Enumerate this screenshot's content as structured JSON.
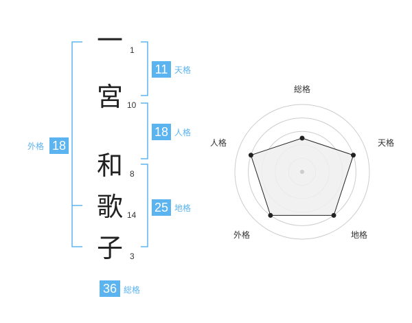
{
  "name": {
    "chars": [
      {
        "char": "一",
        "strokes": "1"
      },
      {
        "char": "宮",
        "strokes": "10"
      },
      {
        "char": "和",
        "strokes": "8"
      },
      {
        "char": "歌",
        "strokes": "14"
      },
      {
        "char": "子",
        "strokes": "3"
      }
    ]
  },
  "fortune": {
    "ten": {
      "value": "11",
      "label": "天格"
    },
    "jin": {
      "value": "18",
      "label": "人格"
    },
    "chi": {
      "value": "25",
      "label": "地格"
    },
    "gai": {
      "value": "18",
      "label": "外格"
    },
    "sou": {
      "value": "36",
      "label": "総格"
    }
  },
  "radar": {
    "labels": {
      "top": "総格",
      "right": "天格",
      "bottom_right": "地格",
      "bottom_left": "外格",
      "left": "人格"
    },
    "values": {
      "sou": 0.5,
      "ten": 0.8,
      "chi": 0.8,
      "gai": 0.8,
      "jin": 0.8
    }
  },
  "colors": {
    "accent": "#5bb4f0",
    "grid": "#cccccc",
    "fill": "#eeeeee"
  }
}
